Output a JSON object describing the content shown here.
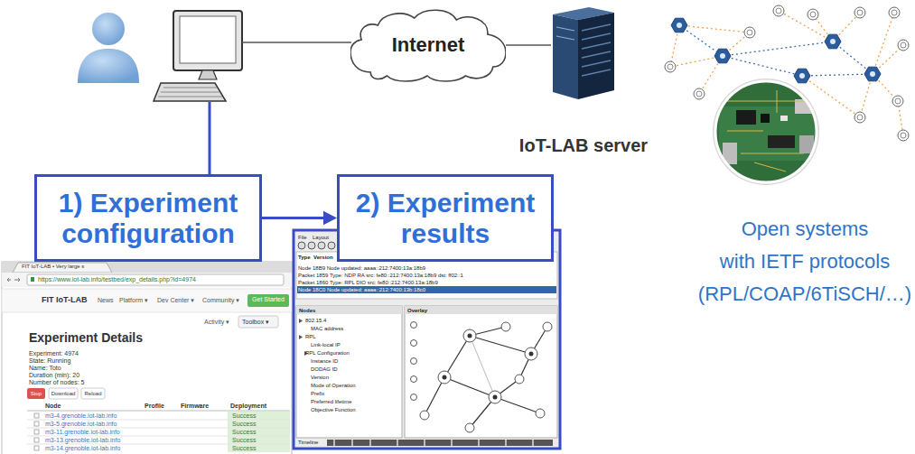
{
  "diagram": {
    "nodes": [
      {
        "text": [
          "Internet"
        ]
      },
      {
        "text": [
          "IoT-LAB server"
        ]
      },
      {
        "text": [
          "1) Experiment configuration"
        ]
      },
      {
        "text": [
          "2) Experiment results"
        ]
      }
    ],
    "edges": [
      {
        "from": 0,
        "to": 1,
        "arrow": "none"
      },
      {
        "from": 2,
        "to": 3,
        "arrow": "to"
      }
    ],
    "labels": [
      "Open systems with IETF protocols (RPL/COAP/6TiSCH/…)",
      "FIT IoT-LAB • Very large s",
      "https://www.iot-lab.info/testbed/exp_details.php?id=4974",
      "FIT IoT-LAB",
      "News",
      "Platform ▾",
      "Dev Center ▾",
      "Community ▾",
      "Get Started",
      "Activity ▾",
      "Toolbox ▾",
      "Experiment Details",
      "Experiment: 4974",
      "State: Running",
      "Name: Toto",
      "Duration (min): 20",
      "Number of nodes: 5",
      "Stop",
      "Download",
      "Reload",
      "Node",
      "Profile",
      "Firmware",
      "Deployment",
      "m3-4.grenoble.iot-lab.info",
      "m3-5.grenoble.iot-lab.info",
      "m3-11.grenoble.iot-lab.info",
      "m3-13.grenoble.iot-lab.info",
      "m3-14.grenoble.iot-lab.info",
      "Success",
      "Success",
      "Success",
      "Success",
      "Success",
      "File",
      "Layout",
      "Type",
      "Version",
      "Node 18B9 Node updated: aaaa::212:7400:13a:18b9",
      "Packet 1859 Type: NDP RA src: fe80::212:7400:13a:18b9 dst: ff02::1",
      "Packet 1860 Type: RPL DIO src: fe80::212:7400:13a:18b9",
      "Node 18C0 Node updated: aaaa::212:7400:13b:18c0",
      "Nodes",
      "Overlay",
      "802.15.4",
      "MAC address",
      "RPL",
      "Link-local IP",
      "RPL Configuration",
      "Instance ID",
      "DODAG ID",
      "Version",
      "Mode of Operation",
      "Prefix",
      "Preferred lifetime",
      "Objective Function",
      "Timeline"
    ]
  }
}
